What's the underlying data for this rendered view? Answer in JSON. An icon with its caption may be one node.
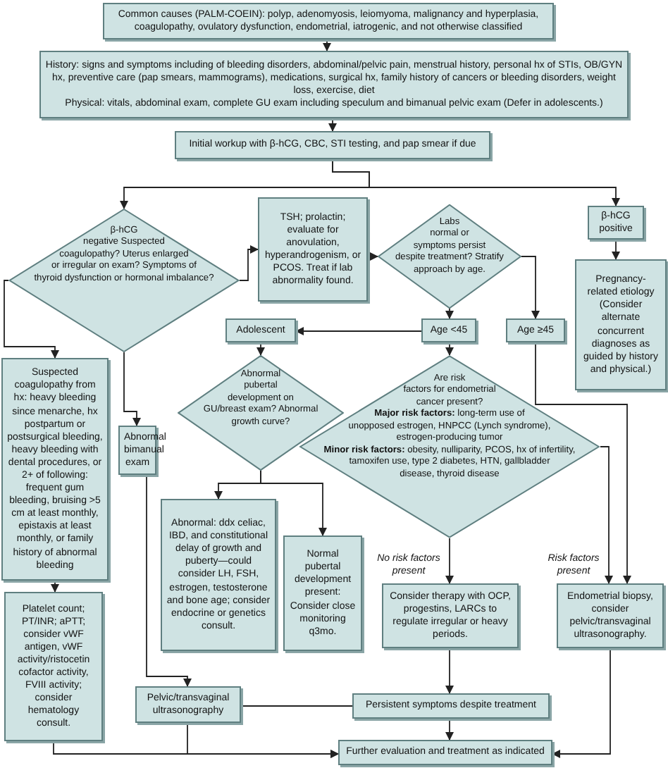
{
  "diagram": {
    "nodes": [
      {
        "text": [
          "Common causes (PALM-COEIN): polyp, adenomyosis, leiomyoma, malignancy and hyperplasia, coagulopathy, ovulatory dysfunction, endometrial, iatrogenic, and not otherwise classified"
        ]
      },
      {
        "text": [
          "History: signs and symptoms including of bleeding disorders, abdominal/pelvic pain, menstrual history, personal hx of STIs, OB/GYN hx, preventive care (pap smears, mammograms), medications, surgical hx, family history of cancers or bleeding disorders, weight loss, exercise, diet",
          "Physical: vitals, abdominal exam, complete GU exam including speculum and bimanual pelvic exam (Defer in adolescents.)"
        ]
      },
      {
        "text": [
          "Initial workup with β-hCG, CBC, STI testing, and pap smear if due"
        ]
      },
      {
        "text": [
          "β-hCG negative Suspected coagulopathy? Uterus enlarged or irregular on exam? Symptoms of thyroid dysfunction or hormonal imbalance?"
        ]
      },
      {
        "text": [
          "TSH; prolactin; evaluate for anovulation, hyperandrogenism, or PCOS. Treat if lab abnormality found."
        ]
      },
      {
        "text": [
          "Labs normal or symptoms persist despite treatment? Stratify approach by age."
        ]
      },
      {
        "text": [
          "β-hCG positive"
        ]
      },
      {
        "text": [
          "Pregnancy-related etiology (Consider alternate concurrent diagnoses as guided by history and physical.)"
        ]
      },
      {
        "text": [
          "Adolescent"
        ]
      },
      {
        "text": [
          "Age <45"
        ]
      },
      {
        "text": [
          "Age ≥45"
        ]
      },
      {
        "text": [
          "Suspected coagulopathy from hx: heavy bleeding since menarche, hx postpartum or postsurgical bleeding, heavy bleeding with dental procedures, or 2+ of following: frequent gum bleeding, bruising >5 cm at least monthly, epistaxis at least monthly, or family history of abnormal bleeding"
        ]
      },
      {
        "text": [
          "Abnormal pubertal development on GU/breast exam? Abnormal growth curve?"
        ]
      },
      {
        "text": [
          "Are risk factors for endometrial cancer present?",
          "**Major risk factors:** long-term use of unopposed estrogen, HNPCC (Lynch syndrome), estrogen-producing tumor",
          "**Minor risk factors:** obesity, nulliparity, PCOS, hx of infertility, tamoxifen use, type 2 diabetes, HTN, gallbladder disease, thyroid disease"
        ]
      },
      {
        "text": [
          "Abnormal bimanual exam"
        ]
      },
      {
        "text": [
          "Abnormal: ddx celiac, IBD, and constitutional delay of growth and puberty—could consider LH, FSH, estrogen, testosterone and bone age; consider endocrine or genetics consult."
        ]
      },
      {
        "text": [
          "Normal pubertal development present: Consider close monitoring q3mo."
        ]
      },
      {
        "text": [
          "Platelet count; PT/INR; aPTT; consider vWF antigen, vWF activity/ristocetin cofactor activity, FVIII activity; consider hematology consult."
        ]
      },
      {
        "text": [
          "Consider therapy with OCP, progestins, LARCs to regulate irregular or heavy periods."
        ]
      },
      {
        "text": [
          "Endometrial biopsy, consider pelvic/transvaginal ultrasonography."
        ]
      },
      {
        "text": [
          "Pelvic/transvaginal ultrasonography"
        ]
      },
      {
        "text": [
          "Persistent symptoms despite treatment"
        ]
      },
      {
        "text": [
          "Further evaluation and treatment as indicated"
        ]
      }
    ],
    "edges": [
      {
        "from": 0,
        "to": 1,
        "arrow": "to"
      },
      {
        "from": 1,
        "to": 2,
        "arrow": "to"
      },
      {
        "from": 2,
        "to": 3,
        "arrow": "to"
      },
      {
        "from": 2,
        "to": 6,
        "arrow": "to"
      },
      {
        "from": 3,
        "to": 4,
        "arrow": "to"
      },
      {
        "from": 3,
        "to": 11,
        "arrow": "to"
      },
      {
        "from": 3,
        "to": 14,
        "arrow": "to"
      },
      {
        "from": 4,
        "to": 5,
        "arrow": "to"
      },
      {
        "from": 5,
        "to": 9,
        "arrow": "to"
      },
      {
        "from": 5,
        "to": 10,
        "arrow": "to"
      },
      {
        "from": 6,
        "to": 7,
        "arrow": "to"
      },
      {
        "from": 9,
        "to": 8,
        "arrow": "to"
      },
      {
        "from": 9,
        "to": 13,
        "arrow": "to"
      },
      {
        "from": 8,
        "to": 12,
        "arrow": "to"
      },
      {
        "from": 12,
        "to": 15,
        "arrow": "to"
      },
      {
        "from": 12,
        "to": 16,
        "arrow": "to"
      },
      {
        "from": 11,
        "to": 17,
        "arrow": "to"
      },
      {
        "from": 14,
        "to": 20,
        "arrow": "to"
      },
      {
        "from": 13,
        "to": 18,
        "label": "No risk factors present",
        "arrow": "to"
      },
      {
        "from": 13,
        "to": 19,
        "label": "Risk factors present",
        "arrow": "to"
      },
      {
        "from": 10,
        "to": 19,
        "arrow": "to"
      },
      {
        "from": 18,
        "to": 21,
        "arrow": "to"
      },
      {
        "from": 21,
        "to": 20,
        "arrow": "none"
      },
      {
        "from": 21,
        "to": 22,
        "arrow": "to"
      },
      {
        "from": 17,
        "to": 22,
        "arrow": "to"
      },
      {
        "from": 20,
        "to": 22,
        "arrow": "to"
      },
      {
        "from": 19,
        "to": 22,
        "arrow": "to"
      }
    ]
  }
}
